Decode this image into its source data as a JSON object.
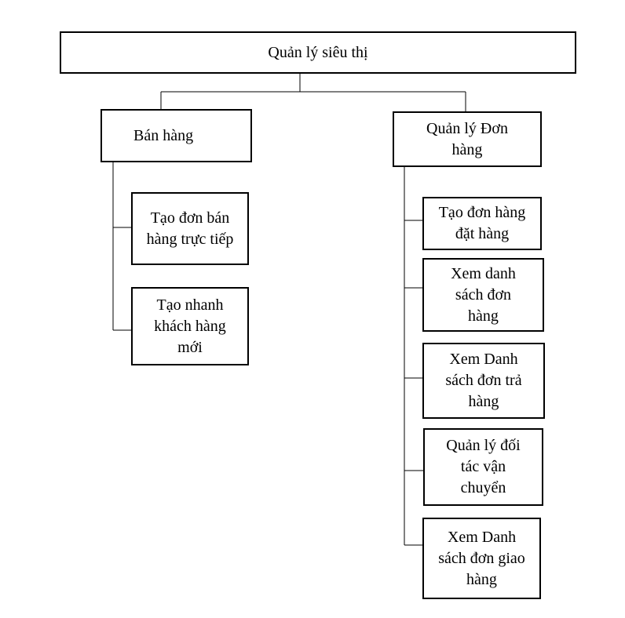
{
  "diagram": {
    "root": {
      "label": "Quản lý siêu thị"
    },
    "branches": [
      {
        "label": "Bán hàng",
        "children": [
          {
            "label": "Tạo đơn bán\nhàng trực tiếp"
          },
          {
            "label": "Tạo nhanh\nkhách hàng\nmới"
          }
        ]
      },
      {
        "label": "Quản lý Đơn\nhàng",
        "children": [
          {
            "label": "Tạo đơn hàng\nđặt hàng"
          },
          {
            "label": "Xem danh\nsách đơn\nhàng"
          },
          {
            "label": "Xem Danh\nsách đơn trả\nhàng"
          },
          {
            "label": "Quản lý đối\ntác vận\nchuyển"
          },
          {
            "label": "Xem Danh\nsách đơn giao\nhàng"
          }
        ]
      }
    ]
  }
}
